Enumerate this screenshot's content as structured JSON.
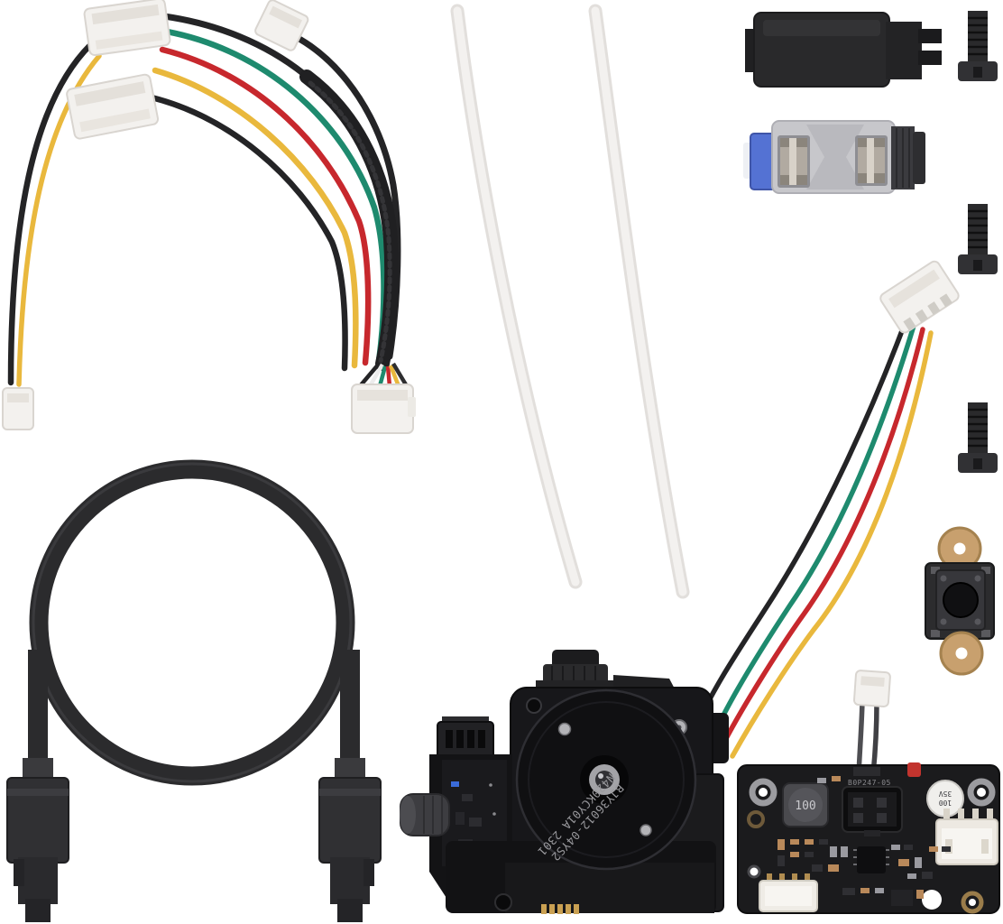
{
  "image": {
    "kind": "product-photo",
    "subject": "3D printer extruder upgrade kit parts laid out on white background",
    "background": "#ffffff"
  },
  "parts": [
    {
      "id": "wire-harness",
      "label": "multi-wire cable harness with white JST connectors"
    },
    {
      "id": "ptfe-tube-left",
      "label": "white PTFE tube"
    },
    {
      "id": "ptfe-tube-right",
      "label": "white PTFE tube"
    },
    {
      "id": "motor-plug",
      "label": "black connector plug"
    },
    {
      "id": "screw-1",
      "label": "black screw"
    },
    {
      "id": "screw-2",
      "label": "black screw"
    },
    {
      "id": "screw-3",
      "label": "black screw"
    },
    {
      "id": "filament-coupler",
      "label": "grey filament coupler with blue collet and metal rollers"
    },
    {
      "id": "jst-cable",
      "label": "4-pin JST cable (black green red yellow)"
    },
    {
      "id": "button-module",
      "label": "push-button board with gold pads"
    },
    {
      "id": "black-loop-tube",
      "label": "black looped tube with end fittings"
    },
    {
      "id": "extruder-motor",
      "label": "extruder stepper motor assembly"
    },
    {
      "id": "controller-pcb",
      "label": "black controller PCB with connectors"
    }
  ],
  "motor_label": {
    "line1": "BJY36012-04YS2",
    "line2": "N420KCY01A 2301"
  },
  "pcb": {
    "connector_silkscreen": "B0P247-05",
    "inductor_label": "100",
    "capacitor_label_line1": "100",
    "capacitor_label_line2": "35V"
  },
  "colors": {
    "wire_black": "#242426",
    "wire_green": "#1e8a6e",
    "wire_red": "#c7282d",
    "wire_yellow": "#e9b83d",
    "wire_white": "#ececec",
    "tube_white": "#f3f1ef",
    "tube_edge": "#e2dfdc",
    "connector_white": "#f3f1ee",
    "coupler_grey": "#c7c7cb",
    "coupler_blue": "#5472d3",
    "board_black": "#1b1b1d",
    "body_black": "#17171a",
    "metal_silver": "#b3b3b7",
    "pad_gold": "#c8a06e",
    "contact_gold": "#c9a052"
  }
}
